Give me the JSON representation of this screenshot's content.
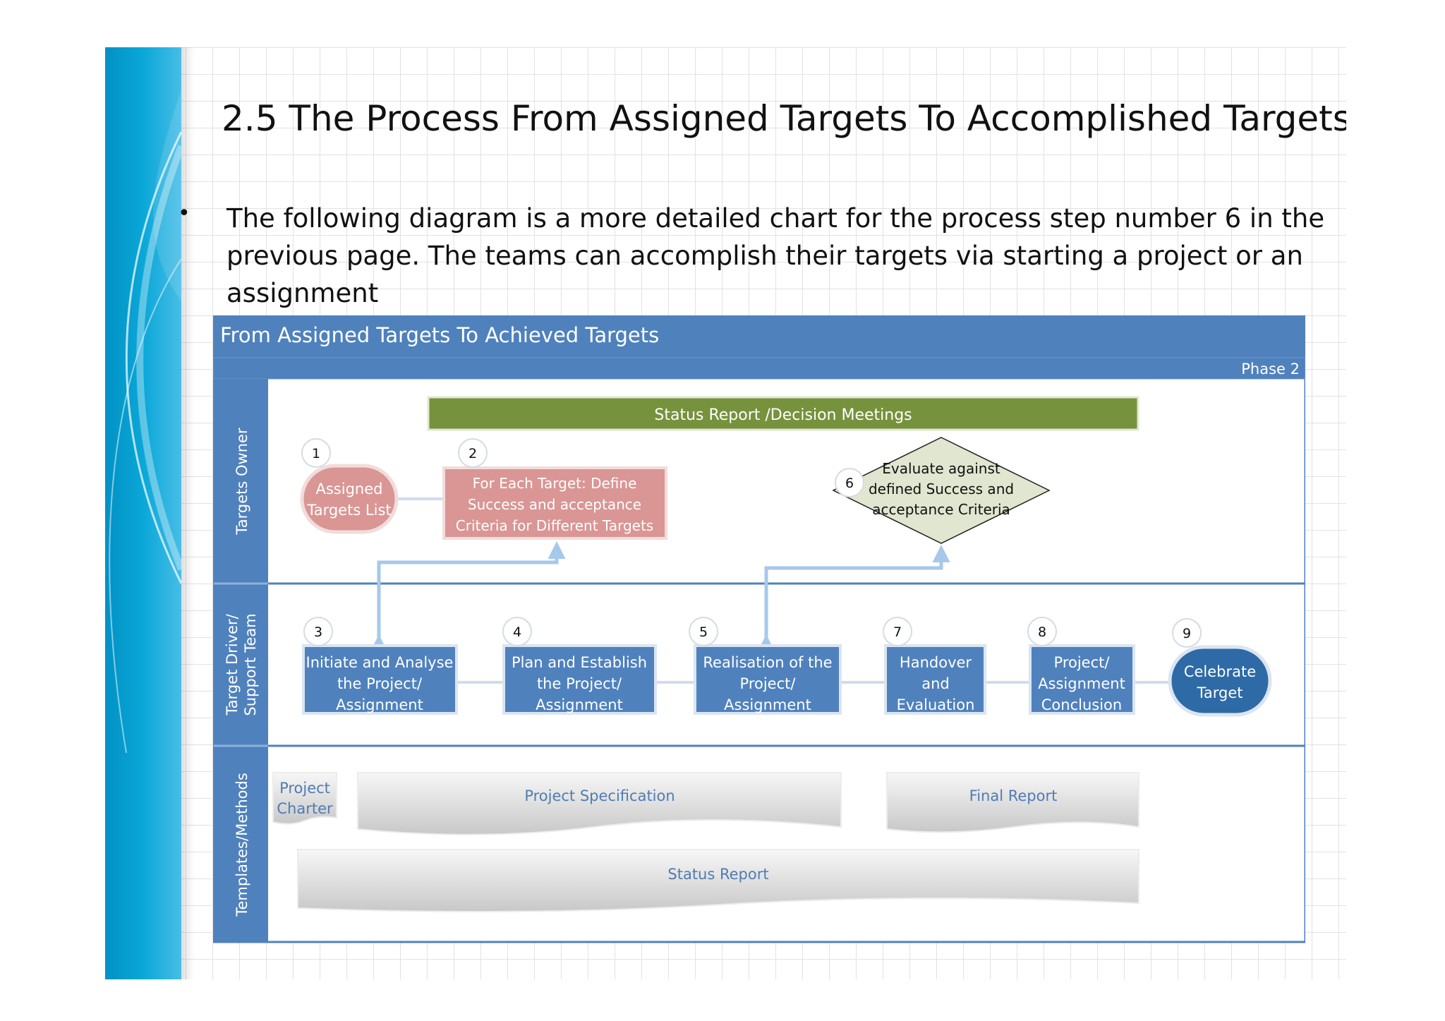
{
  "slide": {
    "title": "2.5 The Process From Assigned Targets To Accomplished Targets",
    "bullet_marker": "•",
    "bullet": "The following diagram is a more detailed chart for the process step number 6 in the previous page. The teams can accomplish their targets via starting a project or an assignment"
  },
  "diagram": {
    "header": "From Assigned Targets To Achieved Targets",
    "phase": "Phase 2",
    "lanes": {
      "owner": "Targets Owner",
      "driver_line1": "Target Driver/",
      "driver_line2": "Support Team",
      "templates": "Templates/Methods"
    },
    "status_bar": "Status Report /Decision Meetings",
    "steps": {
      "s1": {
        "num": "1",
        "l1": "Assigned",
        "l2": "Targets List"
      },
      "s2": {
        "num": "2",
        "l1": "For Each Target: Define",
        "l2": "Success and acceptance",
        "l3": "Criteria for Different Targets"
      },
      "s3": {
        "num": "3",
        "l1": "Initiate and Analyse",
        "l2": "the Project/",
        "l3": "Assignment"
      },
      "s4": {
        "num": "4",
        "l1": "Plan and Establish",
        "l2": "the Project/",
        "l3": "Assignment"
      },
      "s5": {
        "num": "5",
        "l1": "Realisation of the",
        "l2": "Project/",
        "l3": "Assignment"
      },
      "s6": {
        "num": "6",
        "l1": "Evaluate against",
        "l2": "defined Success and",
        "l3": "acceptance Criteria"
      },
      "s7": {
        "num": "7",
        "l1": "Handover",
        "l2": "and",
        "l3": "Evaluation"
      },
      "s8": {
        "num": "8",
        "l1": "Project/",
        "l2": "Assignment",
        "l3": "Conclusion"
      },
      "s9": {
        "num": "9",
        "l1": "Celebrate",
        "l2": "Target"
      }
    },
    "documents": {
      "charter_l1": "Project",
      "charter_l2": "Charter",
      "spec": "Project Specification",
      "final": "Final Report",
      "status": "Status Report"
    }
  }
}
